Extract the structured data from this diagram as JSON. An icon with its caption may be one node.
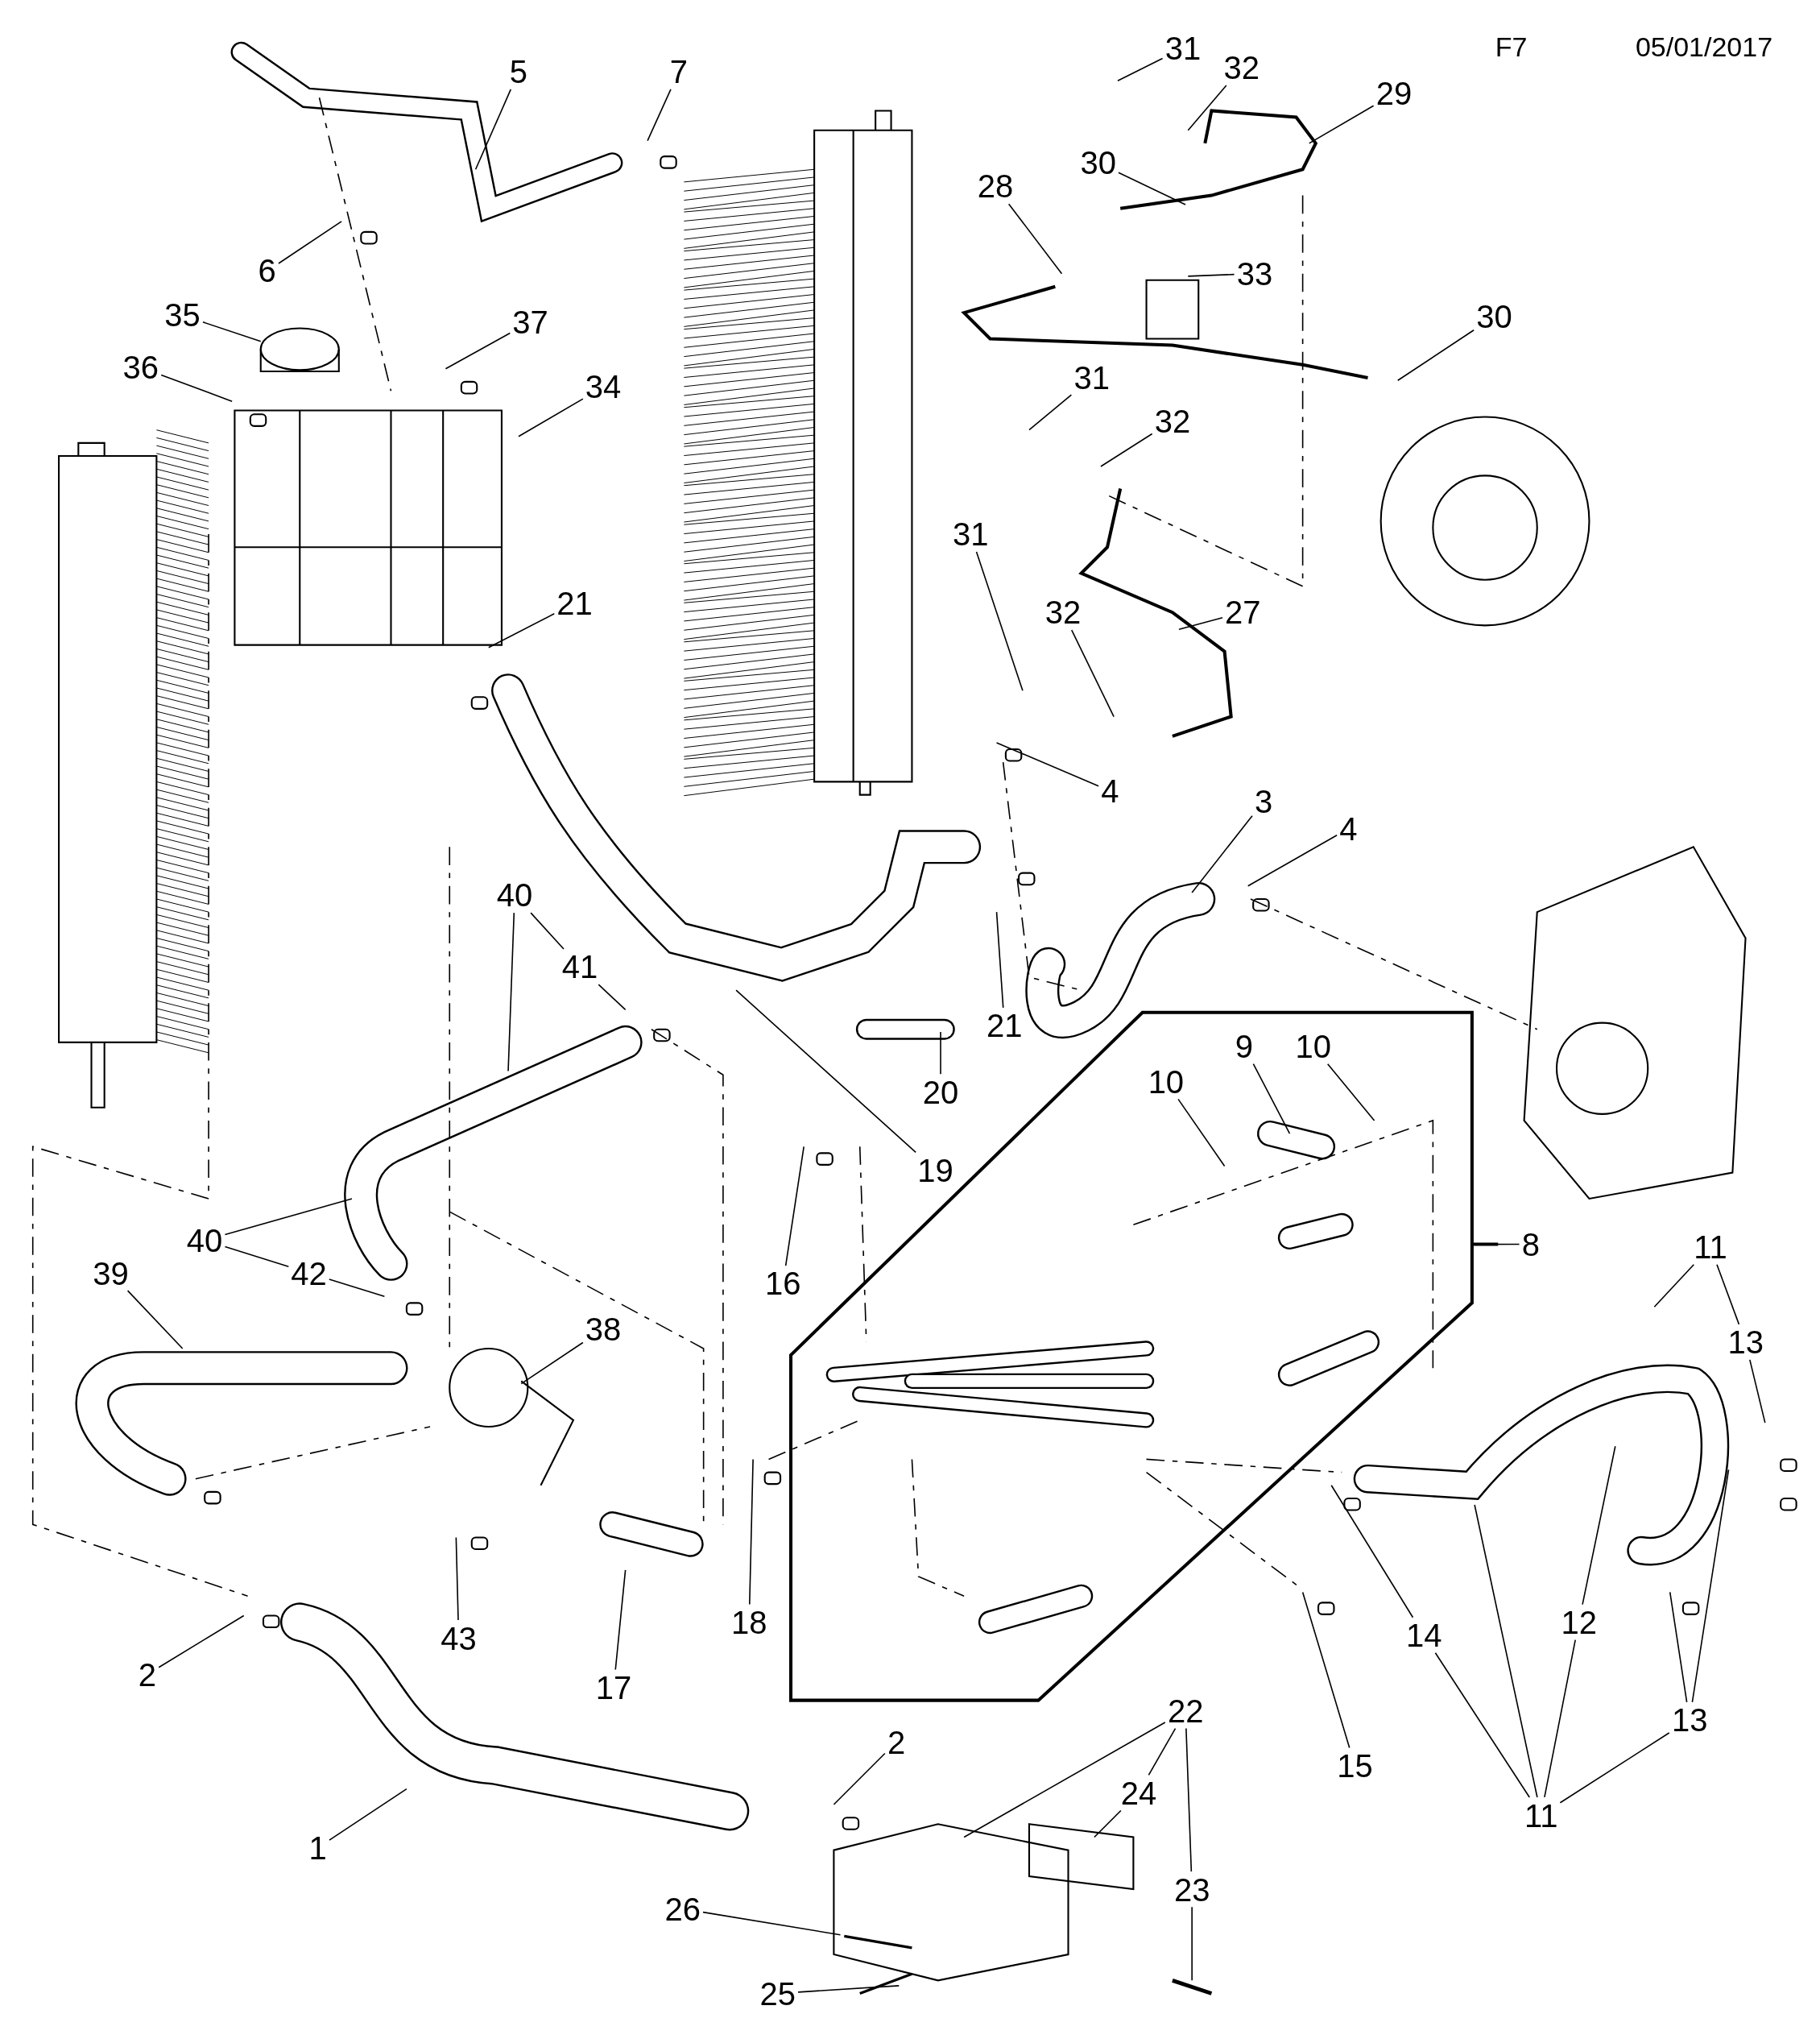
{
  "diagram": {
    "nodes": [
      {
        "text": [
          "5"
        ]
      },
      {
        "text": [
          "7"
        ]
      },
      {
        "text": [
          "31"
        ]
      },
      {
        "text": [
          "32"
        ]
      },
      {
        "text": [
          "29"
        ]
      },
      {
        "text": [
          "30"
        ]
      },
      {
        "text": [
          "28"
        ]
      },
      {
        "text": [
          "6"
        ]
      },
      {
        "text": [
          "33"
        ]
      },
      {
        "text": [
          "35"
        ]
      },
      {
        "text": [
          "30"
        ]
      },
      {
        "text": [
          "37"
        ]
      },
      {
        "text": [
          "36"
        ]
      },
      {
        "text": [
          "31"
        ]
      },
      {
        "text": [
          "34"
        ]
      },
      {
        "text": [
          "32"
        ]
      },
      {
        "text": [
          "31"
        ]
      },
      {
        "text": [
          "21"
        ]
      },
      {
        "text": [
          "32"
        ]
      },
      {
        "text": [
          "27"
        ]
      },
      {
        "text": [
          "4"
        ]
      },
      {
        "text": [
          "3"
        ]
      },
      {
        "text": [
          "4"
        ]
      },
      {
        "text": [
          "40"
        ]
      },
      {
        "text": [
          "41"
        ]
      },
      {
        "text": [
          "21"
        ]
      },
      {
        "text": [
          "9"
        ]
      },
      {
        "text": [
          "10"
        ]
      },
      {
        "text": [
          "10"
        ]
      },
      {
        "text": [
          "20"
        ]
      },
      {
        "text": [
          "19"
        ]
      },
      {
        "text": [
          "40"
        ]
      },
      {
        "text": [
          "8"
        ]
      },
      {
        "text": [
          "11"
        ]
      },
      {
        "text": [
          "42"
        ]
      },
      {
        "text": [
          "39"
        ]
      },
      {
        "text": [
          "16"
        ]
      },
      {
        "text": [
          "38"
        ]
      },
      {
        "text": [
          "13"
        ]
      },
      {
        "text": [
          "12"
        ]
      },
      {
        "text": [
          "18"
        ]
      },
      {
        "text": [
          "14"
        ]
      },
      {
        "text": [
          "43"
        ]
      },
      {
        "text": [
          "2"
        ]
      },
      {
        "text": [
          "17"
        ]
      },
      {
        "text": [
          "22"
        ]
      },
      {
        "text": [
          "13"
        ]
      },
      {
        "text": [
          "2"
        ]
      },
      {
        "text": [
          "15"
        ]
      },
      {
        "text": [
          "24"
        ]
      },
      {
        "text": [
          "11"
        ]
      },
      {
        "text": [
          "1"
        ]
      },
      {
        "text": [
          "23"
        ]
      },
      {
        "text": [
          "26"
        ]
      },
      {
        "text": [
          "25"
        ]
      }
    ],
    "edges": [
      {
        "from": 0,
        "to": null,
        "arrow": "none"
      },
      {
        "from": 1,
        "to": null,
        "arrow": "none"
      },
      {
        "from": 2,
        "to": null,
        "arrow": "none"
      },
      {
        "from": 3,
        "to": null,
        "arrow": "none"
      },
      {
        "from": 4,
        "to": null,
        "arrow": "none"
      },
      {
        "from": 5,
        "to": null,
        "arrow": "none"
      },
      {
        "from": 6,
        "to": null,
        "arrow": "none"
      },
      {
        "from": 7,
        "to": null,
        "arrow": "none"
      },
      {
        "from": 8,
        "to": null,
        "arrow": "none"
      },
      {
        "from": 9,
        "to": null,
        "arrow": "none"
      },
      {
        "from": 10,
        "to": null,
        "arrow": "none"
      },
      {
        "from": 11,
        "to": null,
        "arrow": "none"
      },
      {
        "from": 12,
        "to": null,
        "arrow": "none"
      },
      {
        "from": 13,
        "to": null,
        "arrow": "none"
      },
      {
        "from": 14,
        "to": null,
        "arrow": "none"
      },
      {
        "from": 15,
        "to": null,
        "arrow": "none"
      },
      {
        "from": 16,
        "to": null,
        "arrow": "none"
      },
      {
        "from": 17,
        "to": null,
        "arrow": "none"
      },
      {
        "from": 18,
        "to": null,
        "arrow": "none"
      },
      {
        "from": 19,
        "to": null,
        "arrow": "none"
      },
      {
        "from": 20,
        "to": null,
        "arrow": "none"
      },
      {
        "from": 21,
        "to": null,
        "arrow": "none"
      },
      {
        "from": 22,
        "to": null,
        "arrow": "none"
      },
      {
        "from": 23,
        "to": 24,
        "arrow": "none"
      },
      {
        "from": 23,
        "to": null,
        "arrow": "none"
      },
      {
        "from": 24,
        "to": null,
        "arrow": "none"
      },
      {
        "from": 25,
        "to": null,
        "arrow": "none"
      },
      {
        "from": 26,
        "to": null,
        "arrow": "none"
      },
      {
        "from": 27,
        "to": null,
        "arrow": "none"
      },
      {
        "from": 28,
        "to": null,
        "arrow": "none"
      },
      {
        "from": 29,
        "to": null,
        "arrow": "none"
      },
      {
        "from": 30,
        "to": null,
        "arrow": "none"
      },
      {
        "from": 31,
        "to": null,
        "arrow": "none"
      },
      {
        "from": 31,
        "to": 34,
        "arrow": "none"
      },
      {
        "from": 32,
        "to": null,
        "arrow": "none"
      },
      {
        "from": 33,
        "to": null,
        "arrow": "none"
      },
      {
        "from": 33,
        "to": 38,
        "arrow": "none"
      },
      {
        "from": 34,
        "to": null,
        "arrow": "none"
      },
      {
        "from": 35,
        "to": null,
        "arrow": "none"
      },
      {
        "from": 36,
        "to": null,
        "arrow": "none"
      },
      {
        "from": 37,
        "to": null,
        "arrow": "none"
      },
      {
        "from": 38,
        "to": null,
        "arrow": "none"
      },
      {
        "from": 39,
        "to": null,
        "arrow": "none"
      },
      {
        "from": 40,
        "to": null,
        "arrow": "none"
      },
      {
        "from": 41,
        "to": null,
        "arrow": "none"
      },
      {
        "from": 42,
        "to": null,
        "arrow": "none"
      },
      {
        "from": 43,
        "to": null,
        "arrow": "none"
      },
      {
        "from": 44,
        "to": null,
        "arrow": "none"
      },
      {
        "from": 45,
        "to": null,
        "arrow": "none"
      },
      {
        "from": 45,
        "to": 49,
        "arrow": "none"
      },
      {
        "from": 45,
        "to": 52,
        "arrow": "none"
      },
      {
        "from": 46,
        "to": null,
        "arrow": "none"
      },
      {
        "from": 46,
        "to": null,
        "arrow": "none"
      },
      {
        "from": 47,
        "to": null,
        "arrow": "none"
      },
      {
        "from": 48,
        "to": null,
        "arrow": "none"
      },
      {
        "from": 49,
        "to": null,
        "arrow": "none"
      },
      {
        "from": 50,
        "to": 41,
        "arrow": "none"
      },
      {
        "from": 50,
        "to": null,
        "arrow": "none"
      },
      {
        "from": 50,
        "to": 39,
        "arrow": "none"
      },
      {
        "from": 50,
        "to": 46,
        "arrow": "none"
      },
      {
        "from": 51,
        "to": null,
        "arrow": "none"
      },
      {
        "from": 52,
        "to": null,
        "arrow": "none"
      },
      {
        "from": 53,
        "to": null,
        "arrow": "none"
      },
      {
        "from": 54,
        "to": null,
        "arrow": "none"
      }
    ],
    "labels": [
      "F7",
      "05/01/2017"
    ]
  }
}
